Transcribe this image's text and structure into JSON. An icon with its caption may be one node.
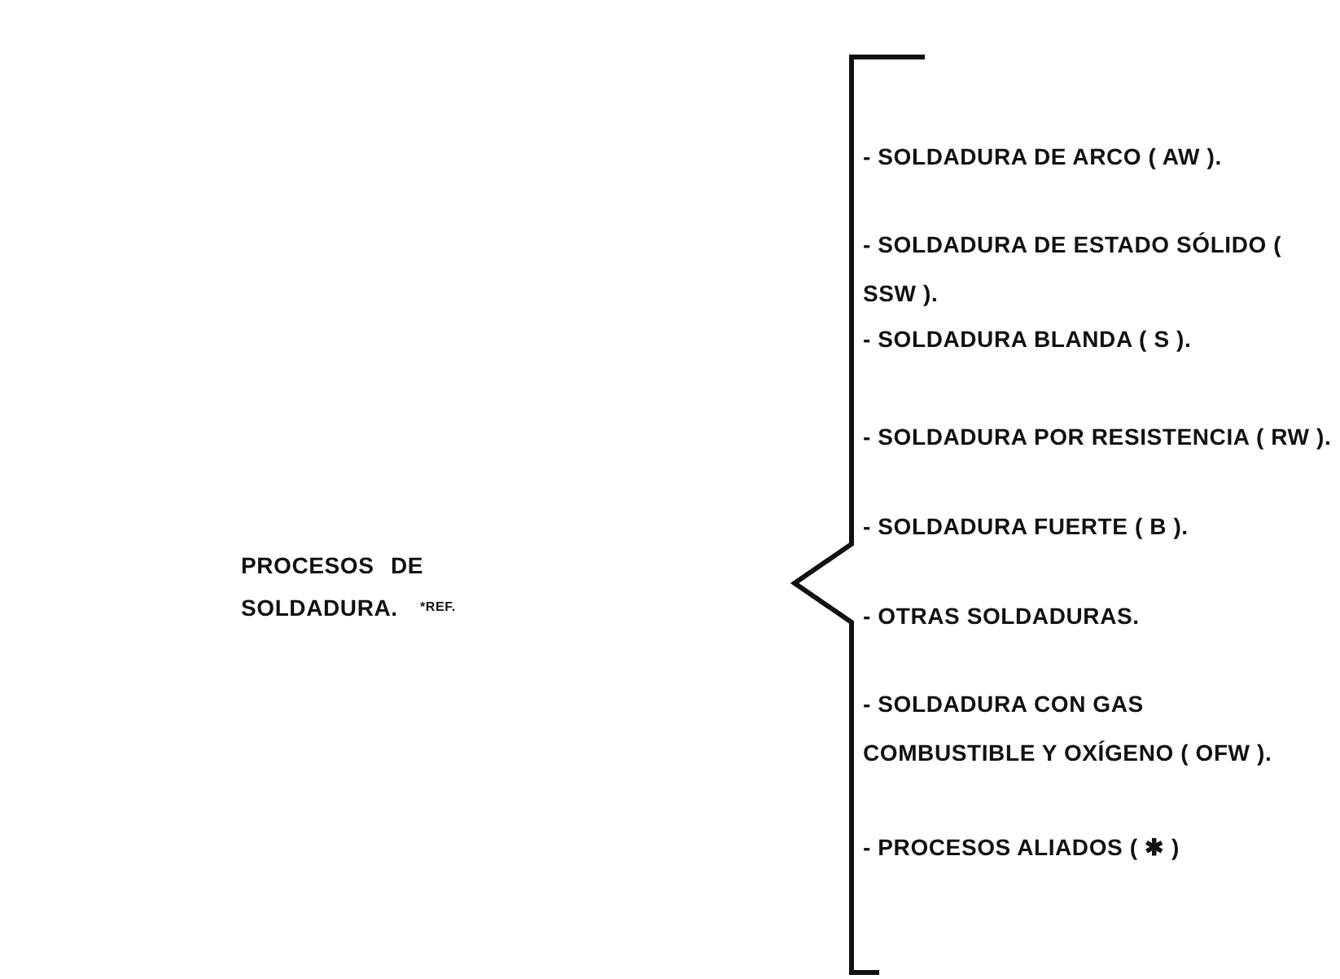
{
  "diagram": {
    "labels": [
      "PROCESOS DE SOLDADURA.",
      "*REF.",
      "- SOLDADURA DE ARCO ( AW ).",
      "- SOLDADURA DE ESTADO SÓLIDO ( SSW ).",
      "- SOLDADURA BLANDA ( S ).",
      "- SOLDADURA POR RESISTENCIA ( RW ).",
      "- SOLDADURA FUERTE ( B ).",
      "- OTRAS SOLDADURAS.",
      "- SOLDADURA CON GAS COMBUSTIBLE Y OXÍGENO ( OFW ).",
      "- PROCESOS ALIADOS ( ✱ )"
    ]
  }
}
